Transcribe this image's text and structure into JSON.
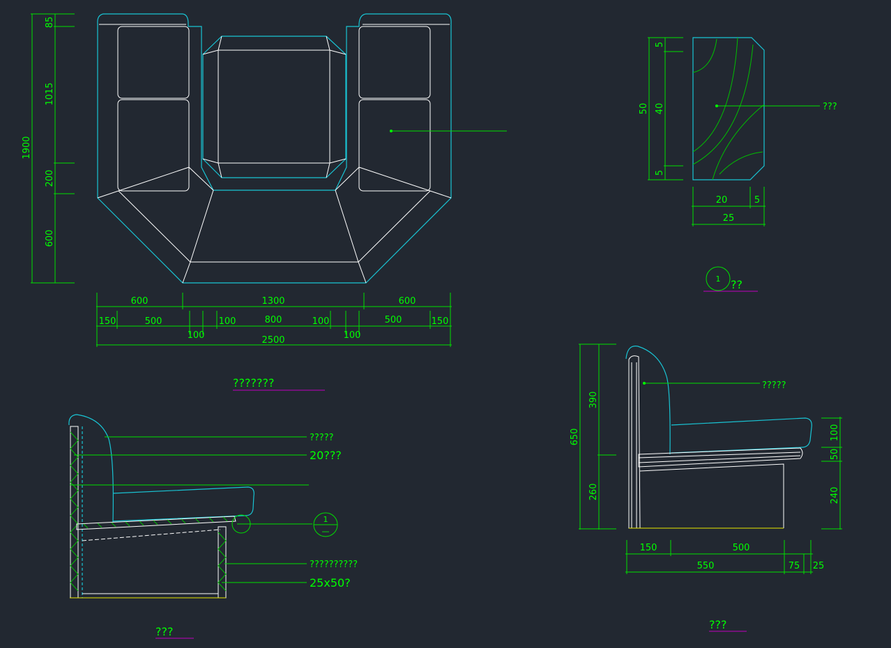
{
  "plan": {
    "dims_left": {
      "d85": "85",
      "d1015": "1015",
      "d1900": "1900",
      "d200": "200",
      "d600": "600"
    },
    "dims_bottom_row1": {
      "a": "600",
      "b": "1300",
      "c": "600"
    },
    "dims_bottom_row2": {
      "a": "150",
      "b": "500",
      "c": "100",
      "d": "800",
      "e": "100",
      "f": "500",
      "g": "150"
    },
    "dims_bottom_row3": {
      "a": "100",
      "b": "100"
    },
    "dims_total": "2500",
    "title": "???????"
  },
  "detail": {
    "dims_left": {
      "d5a": "5",
      "d50": "50",
      "d40": "40",
      "d5b": "5"
    },
    "dims_bottom": {
      "d20": "20",
      "d5": "5",
      "d25": "25"
    },
    "callout": "???",
    "marker_number": "1",
    "title": "??"
  },
  "section": {
    "callouts": [
      "?????",
      "20???",
      "??????????",
      "25x50?"
    ],
    "marker_top": "1",
    "marker_bottom": "—",
    "title": "???"
  },
  "side": {
    "dims_left": {
      "d650": "650",
      "d390": "390",
      "d260": "260"
    },
    "dims_right": {
      "d100": "100",
      "d50": "50",
      "d240": "240"
    },
    "dims_bottom": {
      "d150": "150",
      "d500": "500",
      "d550": "550",
      "d75": "75",
      "d25": "25"
    },
    "callout": "?????",
    "title": "???"
  }
}
